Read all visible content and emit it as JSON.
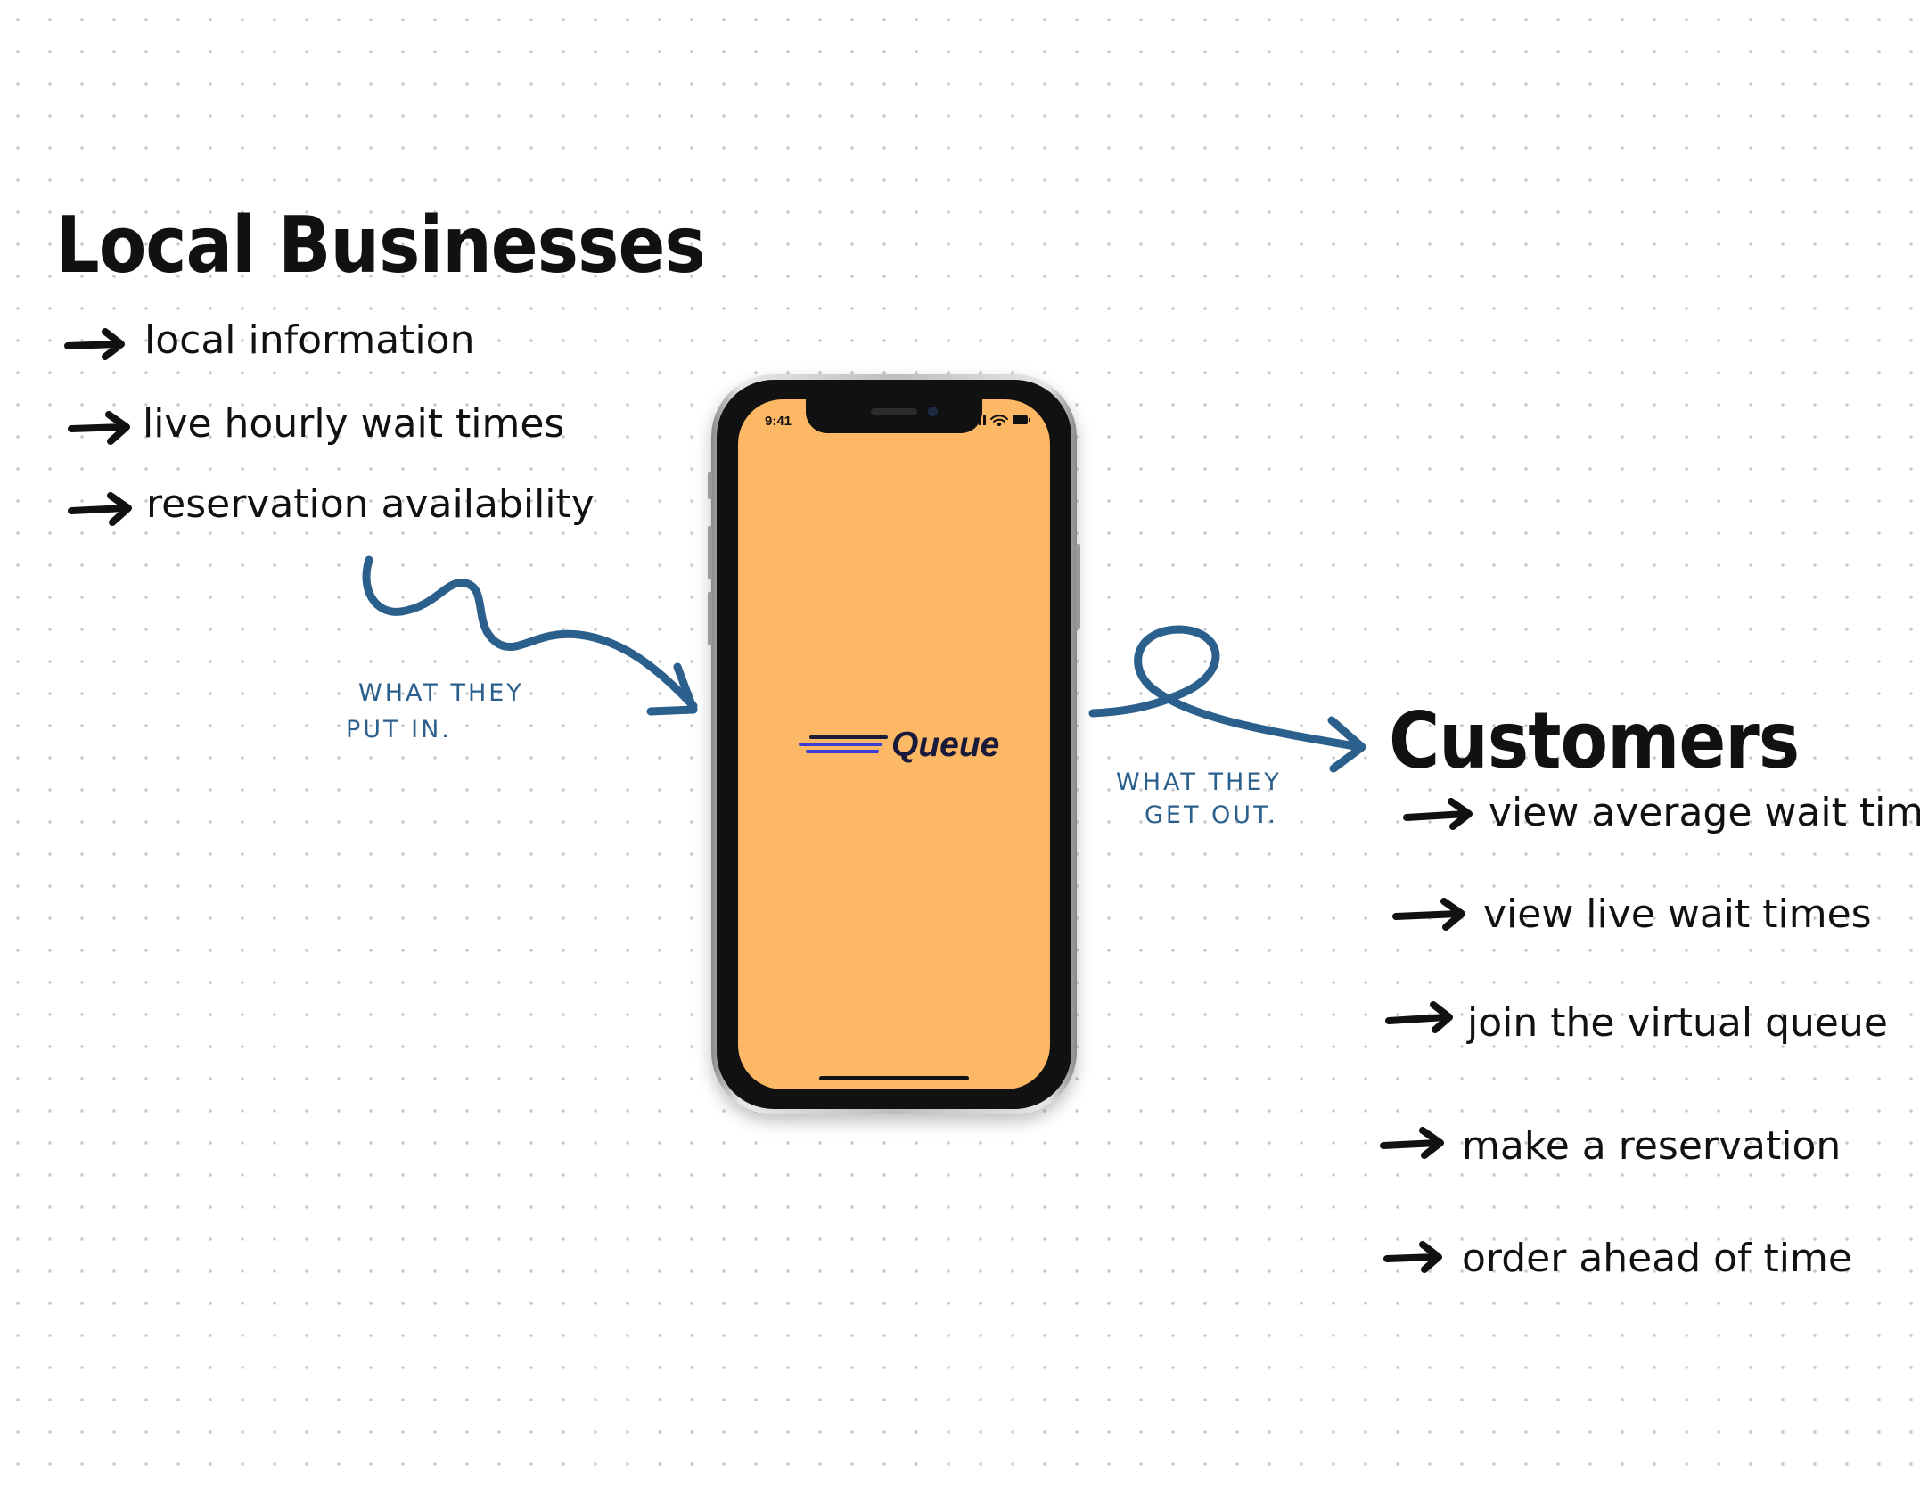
{
  "left_panel": {
    "heading": "Local Businesses",
    "items": [
      "local information",
      "live hourly wait times",
      "reservation availability"
    ]
  },
  "input_caption": {
    "line1": "WHAT THEY",
    "line2": "PUT IN."
  },
  "phone": {
    "status_time": "9:41",
    "app_name": "Queue",
    "screen_color": "#fdb865"
  },
  "output_caption": {
    "line1": "WHAT THEY",
    "line2": "GET OUT."
  },
  "right_panel": {
    "heading": "Customers",
    "items": [
      "view average wait times",
      "view live wait times",
      "join the virtual queue",
      "make a reservation",
      "order ahead of time"
    ]
  },
  "colors": {
    "ink": "#111111",
    "blue_ink": "#2b5f8c",
    "logo_accent": "#3b3fd1"
  }
}
